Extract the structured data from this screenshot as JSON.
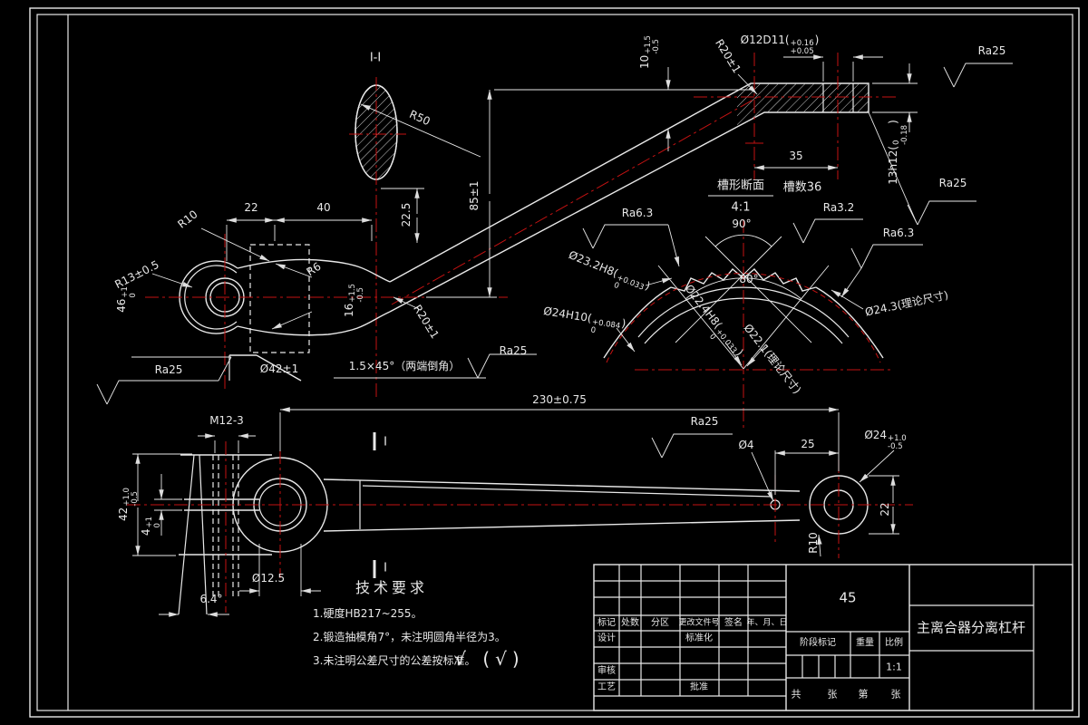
{
  "colors": {
    "background": "#000000",
    "line": "#e8e8e8",
    "centerline": "#c41212"
  },
  "ann": {
    "sec_title": "I-I",
    "r50": "R50",
    "r10_top": "R10",
    "d22": "22",
    "d40": "40",
    "r13": "R13±0.5",
    "r6": "R6",
    "d46": {
      "v": "46",
      "up": "+1",
      "dn": "0"
    },
    "d16": {
      "v": "16",
      "up": "+1.5",
      "dn": "-0.5"
    },
    "d22_5": "22.5",
    "d85": "85±1",
    "r20_mid": "R20±1",
    "r20_top": "R20±1",
    "ra25_mid": "Ra25",
    "ra25_left": "Ra25",
    "ra25_topright": "Ra25",
    "ra25_right": "Ra25",
    "ra25_bottom": "Ra25",
    "o42": "Ø42±1",
    "chamfer": "1.5×45°（两端倒角）",
    "d10": {
      "v": "10",
      "up": "+1.5",
      "dn": "-0.5"
    },
    "o12d11": {
      "v": "Ø12D11(",
      "up": "+0.16",
      "dn": "+0.05",
      "close": ")"
    },
    "h13": {
      "v": "13h12(",
      "up": "0",
      "dn": "-0.18",
      "close": ")"
    },
    "d35": "35",
    "groove_title": "槽形断面",
    "groove_scale": "4:1",
    "groove_count": "槽数36",
    "ra63_left": "Ra6.3",
    "ra32": "Ra3.2",
    "ra63_right": "Ra6.3",
    "a90": "90°",
    "a80": "80°",
    "o232": {
      "v": "Ø23.2H8(",
      "up": "+0.033",
      "dn": "0",
      "close": ")"
    },
    "o24h10": {
      "v": "Ø24H10(",
      "up": "+0.084",
      "dn": "0",
      "close": ")"
    },
    "o224": {
      "v": "Ø22.4H8(",
      "up": "+0.033",
      "dn": "0",
      "close": ")"
    },
    "o221": "Ø22.1(理论尺寸)",
    "o243": "Ø24.3(理论尺寸)",
    "d230": "230±0.75",
    "o4": "Ø4",
    "d25": "25",
    "o24": {
      "v": "Ø24",
      "up": "+1.0",
      "dn": "-0.5"
    },
    "d22v": "22",
    "r10_bottom": "R10",
    "m12": "M12-3",
    "d42": {
      "v": "42",
      "up": "+1.0",
      "dn": "-0.5"
    },
    "d4": {
      "v": "4",
      "up": "+1",
      "dn": "0"
    },
    "o125": "Ø12.5",
    "d64": "6.4°",
    "sec_mark": "I"
  },
  "tech": {
    "title": "技术要求",
    "item1": "1.硬度HB217~255。",
    "item2": "2.锻造抽模角7°，未注明圆角半径为3。",
    "item3": "3.未注明公差尺寸的公差按标准。",
    "marks": "√ (√)"
  },
  "tb": {
    "material": "45",
    "part": "主离合器分离杠杆",
    "h1": "标记",
    "h2": "处数",
    "h3": "分区",
    "h4": "更改文件号",
    "h5": "签名",
    "h6": "年、月、日",
    "design": "设计",
    "std": "标准化",
    "check": "审核",
    "craft": "工艺",
    "approve": "批准",
    "stage": "阶段标记",
    "weight": "重量",
    "scale": "比例",
    "scale_v": "1:1",
    "s1": "共",
    "s2": "张",
    "s3": "第",
    "s4": "张"
  }
}
